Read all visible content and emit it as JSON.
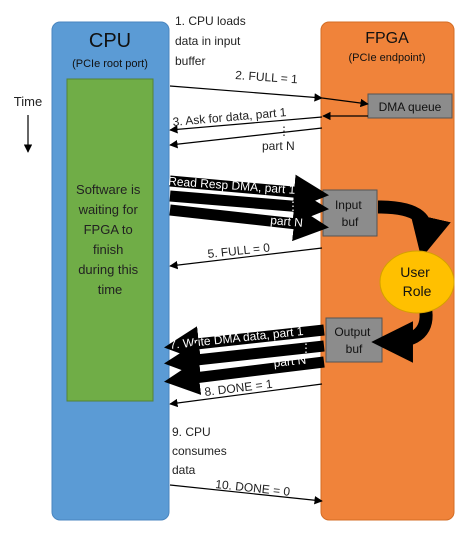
{
  "cpu": {
    "title": "CPU",
    "subtitle": "(PCIe root port)",
    "waiting_text": [
      "Software is",
      "waiting for",
      "FPGA to",
      "finish",
      "during this",
      "time"
    ]
  },
  "fpga": {
    "title": "FPGA",
    "subtitle": "(PCIe endpoint)",
    "dma_queue": "DMA queue",
    "input_buf": [
      "Input",
      "buf"
    ],
    "output_buf": [
      "Output",
      "buf"
    ],
    "user_role": [
      "User",
      "Role"
    ]
  },
  "time_label": "Time",
  "steps": {
    "s1": [
      "1. CPU loads",
      "data in input",
      "buffer"
    ],
    "s2": "2. FULL = 1",
    "s3a": "3. Ask for data, part 1",
    "s3dots": "⋮",
    "s3b": "part N",
    "s4a": "Read Resp DMA, part 1",
    "s4dots": "⋮",
    "s4b": "part N",
    "s5": "5. FULL = 0",
    "s7a": "7. Write DMA data, part 1",
    "s7dots": "⋮",
    "s7b": "part N",
    "s8": "8. DONE = 1",
    "s9": [
      "9. CPU",
      "consumes",
      "data"
    ],
    "s10": "10. DONE = 0"
  },
  "colors": {
    "cpu_fill": "#5b9bd5",
    "cpu_stroke": "#4a86c0",
    "fpga_fill": "#f0833a",
    "fpga_stroke": "#d46d24",
    "waiting_fill": "#70ad47",
    "box_fill": "#8c8c8c",
    "user_role_fill": "#ffc000",
    "arrow": "#000000"
  }
}
